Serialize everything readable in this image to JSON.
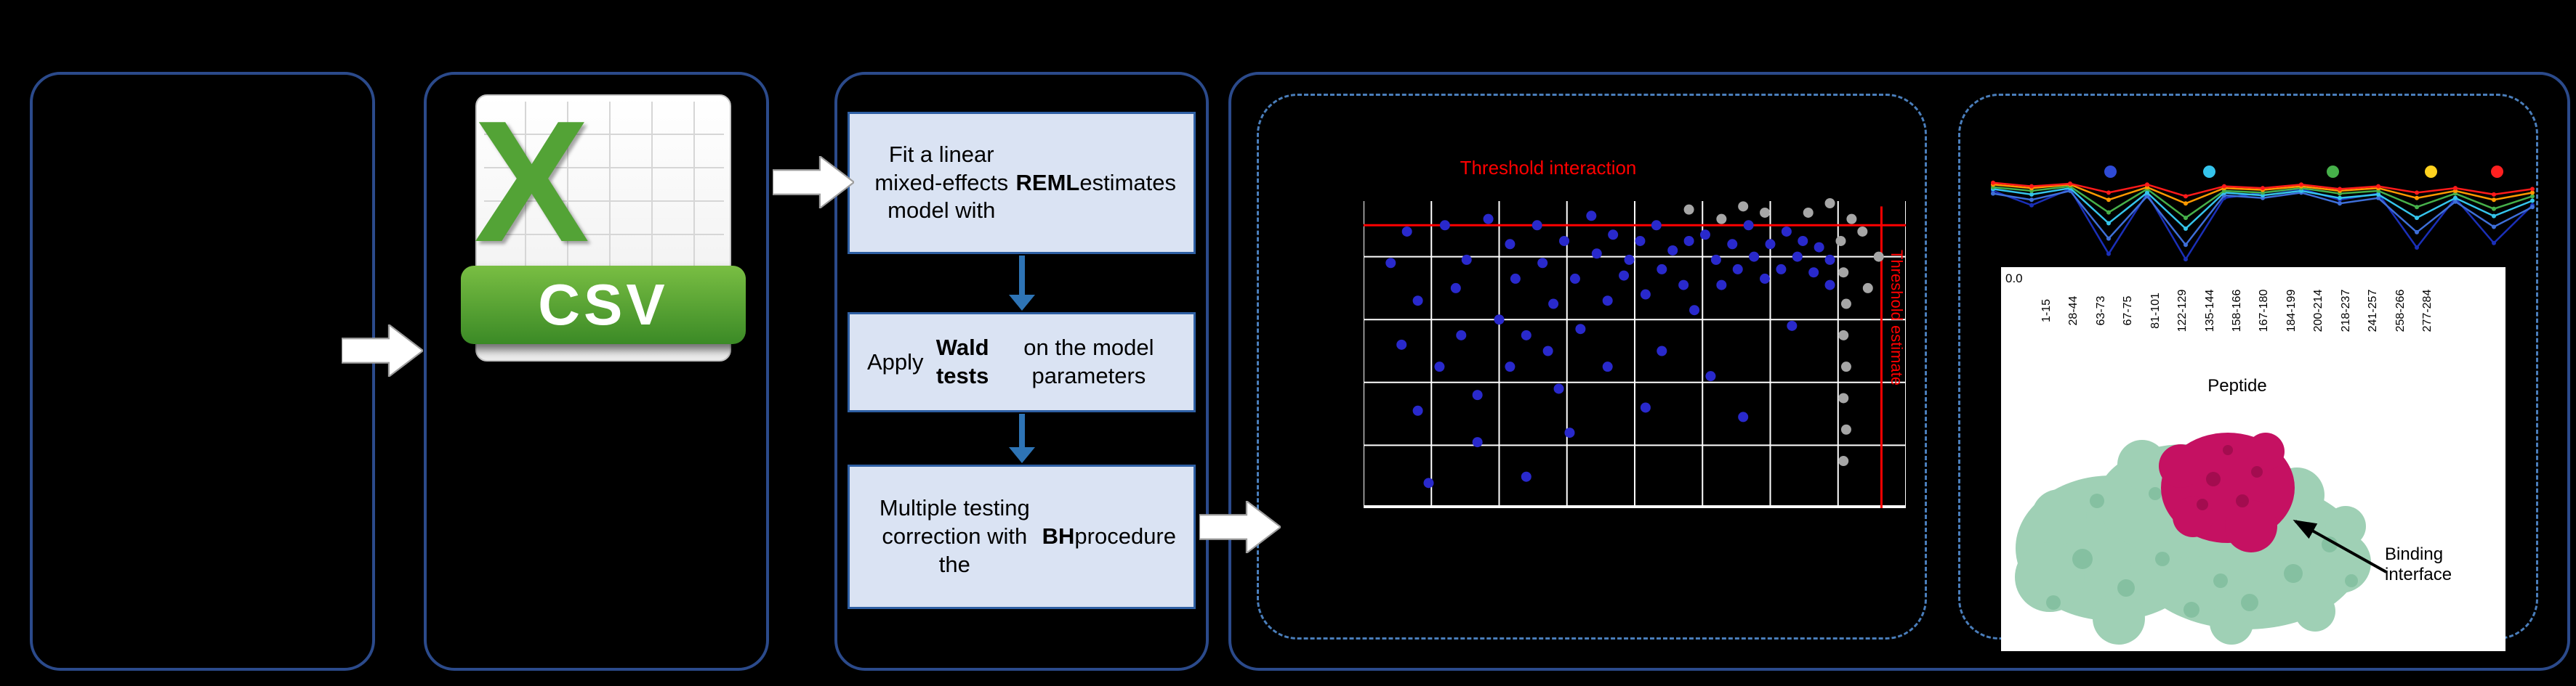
{
  "colors": {
    "background": "#000000",
    "box_border": "#2B4A8B",
    "dashed_border": "#4A7EBB",
    "process_box_fill": "#DAE3F3",
    "process_box_border": "#2E5FA3",
    "flow_arrow": "#2E74B5",
    "block_arrow": "#FFFFFF",
    "csv_green": "#53A336",
    "threshold_red": "#FF0000",
    "protein_green": "#9FD0B5",
    "binding_magenta": "#C51162"
  },
  "csv_icon": {
    "letter": "X",
    "label": "CSV"
  },
  "process": {
    "fit": {
      "before": "Fit a linear mixed-effects model with ",
      "bold": "REML",
      "after": " estimates"
    },
    "wald": {
      "before": "Apply ",
      "bold": "Wald tests",
      "after": " on the model parameters"
    },
    "bh": {
      "before": "Multiple testing correction with the ",
      "bold": "BH",
      "after": " procedure"
    }
  },
  "volcano": {
    "title": "Threshold interaction",
    "side_label": "Threshold estimate"
  },
  "profile": {
    "y_tick": "0.0",
    "xlabel": "Peptide",
    "binding_label": "Binding interface"
  },
  "chart_data": [
    {
      "type": "scatter",
      "title": "Threshold interaction",
      "vertical_threshold_label": "Threshold estimate",
      "grid": true,
      "threshold_y_frac": 0.1,
      "threshold_x_frac": 0.955,
      "blue_color": "#2929CC",
      "gray_color": "#A6A6A6",
      "threshold_color": "#FF0000",
      "points_blue": [
        [
          0.05,
          0.22
        ],
        [
          0.07,
          0.48
        ],
        [
          0.1,
          0.69
        ],
        [
          0.15,
          0.1
        ],
        [
          0.17,
          0.3
        ],
        [
          0.19,
          0.21
        ],
        [
          0.21,
          0.64
        ],
        [
          0.23,
          0.08
        ],
        [
          0.25,
          0.4
        ],
        [
          0.27,
          0.16
        ],
        [
          0.28,
          0.27
        ],
        [
          0.3,
          0.45
        ],
        [
          0.32,
          0.1
        ],
        [
          0.33,
          0.22
        ],
        [
          0.35,
          0.35
        ],
        [
          0.37,
          0.15
        ],
        [
          0.39,
          0.27
        ],
        [
          0.4,
          0.43
        ],
        [
          0.42,
          0.07
        ],
        [
          0.43,
          0.19
        ],
        [
          0.45,
          0.34
        ],
        [
          0.46,
          0.13
        ],
        [
          0.48,
          0.26
        ],
        [
          0.49,
          0.21
        ],
        [
          0.51,
          0.15
        ],
        [
          0.52,
          0.32
        ],
        [
          0.54,
          0.1
        ],
        [
          0.55,
          0.24
        ],
        [
          0.57,
          0.18
        ],
        [
          0.59,
          0.29
        ],
        [
          0.6,
          0.15
        ],
        [
          0.61,
          0.37
        ],
        [
          0.63,
          0.13
        ],
        [
          0.65,
          0.21
        ],
        [
          0.66,
          0.29
        ],
        [
          0.68,
          0.16
        ],
        [
          0.69,
          0.24
        ],
        [
          0.71,
          0.1
        ],
        [
          0.72,
          0.2
        ],
        [
          0.74,
          0.27
        ],
        [
          0.75,
          0.16
        ],
        [
          0.77,
          0.24
        ],
        [
          0.78,
          0.12
        ],
        [
          0.8,
          0.2
        ],
        [
          0.81,
          0.15
        ],
        [
          0.83,
          0.25
        ],
        [
          0.84,
          0.17
        ],
        [
          0.86,
          0.21
        ],
        [
          0.3,
          0.9
        ],
        [
          0.38,
          0.76
        ],
        [
          0.21,
          0.79
        ],
        [
          0.12,
          0.92
        ],
        [
          0.52,
          0.68
        ],
        [
          0.64,
          0.58
        ],
        [
          0.7,
          0.71
        ],
        [
          0.27,
          0.55
        ],
        [
          0.45,
          0.55
        ],
        [
          0.55,
          0.5
        ],
        [
          0.79,
          0.42
        ],
        [
          0.1,
          0.34
        ],
        [
          0.14,
          0.55
        ],
        [
          0.34,
          0.5
        ],
        [
          0.18,
          0.45
        ],
        [
          0.86,
          0.29
        ],
        [
          0.08,
          0.12
        ],
        [
          0.36,
          0.62
        ]
      ],
      "points_gray": [
        [
          0.82,
          0.06
        ],
        [
          0.86,
          0.03
        ],
        [
          0.9,
          0.08
        ],
        [
          0.88,
          0.15
        ],
        [
          0.885,
          0.25
        ],
        [
          0.89,
          0.35
        ],
        [
          0.885,
          0.45
        ],
        [
          0.89,
          0.55
        ],
        [
          0.885,
          0.65
        ],
        [
          0.89,
          0.75
        ],
        [
          0.885,
          0.85
        ],
        [
          0.92,
          0.12
        ],
        [
          0.93,
          0.3
        ],
        [
          0.74,
          0.06
        ],
        [
          0.7,
          0.04
        ],
        [
          0.6,
          0.05
        ],
        [
          0.66,
          0.08
        ],
        [
          0.95,
          0.2
        ]
      ]
    },
    {
      "type": "line",
      "xlabel": "Peptide",
      "y_tick_labels": [
        "0.0"
      ],
      "categories": [
        "1-15",
        "28-44",
        "63-73",
        "67-75",
        "81-101",
        "122-129",
        "135-144",
        "158-166",
        "167-180",
        "184-199",
        "200-214",
        "218-237",
        "241-257",
        "258-266",
        "277-284"
      ],
      "series": [
        {
          "name": "navy",
          "color": "#1A2FB8",
          "values": [
            0.88,
            0.72,
            0.9,
            0.18,
            0.85,
            0.12,
            0.8,
            0.86,
            0.9,
            0.78,
            0.85,
            0.25,
            0.8,
            0.3,
            0.72
          ]
        },
        {
          "name": "blue",
          "color": "#3E6FD9",
          "values": [
            0.85,
            0.78,
            0.88,
            0.35,
            0.82,
            0.28,
            0.83,
            0.8,
            0.86,
            0.74,
            0.8,
            0.42,
            0.76,
            0.48,
            0.7
          ]
        },
        {
          "name": "cyan",
          "color": "#35C4EC",
          "values": [
            0.9,
            0.84,
            0.91,
            0.52,
            0.86,
            0.46,
            0.86,
            0.83,
            0.88,
            0.8,
            0.84,
            0.58,
            0.8,
            0.6,
            0.77
          ]
        },
        {
          "name": "green",
          "color": "#46B04A",
          "values": [
            0.92,
            0.88,
            0.93,
            0.64,
            0.9,
            0.58,
            0.88,
            0.86,
            0.91,
            0.85,
            0.88,
            0.7,
            0.85,
            0.68,
            0.82
          ]
        },
        {
          "name": "orange",
          "color": "#FF9900",
          "values": [
            0.95,
            0.91,
            0.95,
            0.78,
            0.92,
            0.74,
            0.91,
            0.89,
            0.93,
            0.88,
            0.91,
            0.8,
            0.88,
            0.78,
            0.86
          ]
        },
        {
          "name": "red",
          "color": "#FF1A1A",
          "values": [
            0.97,
            0.93,
            0.96,
            0.86,
            0.95,
            0.82,
            0.93,
            0.91,
            0.95,
            0.9,
            0.93,
            0.86,
            0.91,
            0.84,
            0.9
          ]
        }
      ],
      "legend_dots": [
        {
          "color": "#2F4BD6",
          "x": 0.224
        },
        {
          "color": "#35C4EC",
          "x": 0.404
        },
        {
          "color": "#46B04A",
          "x": 0.628
        },
        {
          "color": "#FFD21F",
          "x": 0.806
        },
        {
          "color": "#FF2020",
          "x": 0.926
        }
      ]
    }
  ]
}
